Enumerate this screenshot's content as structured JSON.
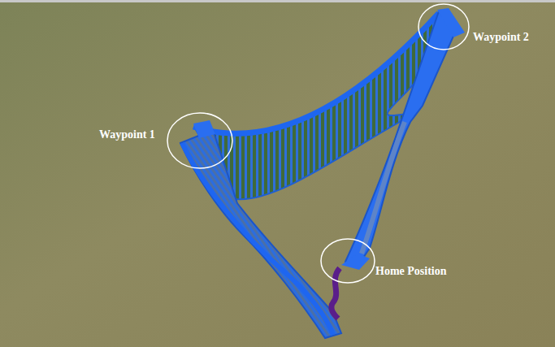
{
  "diagram": {
    "labels": [
      "Waypoint 1",
      "Waypoint 2",
      "Home Position"
    ]
  }
}
